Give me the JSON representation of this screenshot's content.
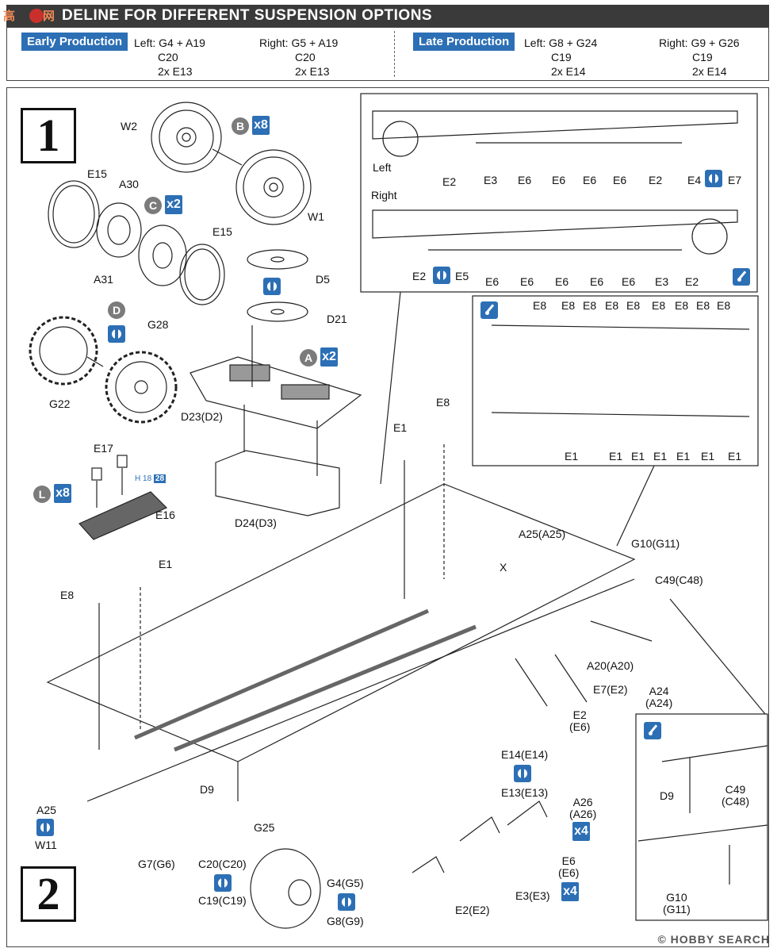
{
  "header": {
    "title": "DELINE FOR DIFFERENT SUSPENSION OPTIONS",
    "early": {
      "tag": "Early Production",
      "left_line1": "Left: G4 + A19",
      "left_line2": "C20",
      "left_line3": "2x E13",
      "right_line1": "Right: G5 + A19",
      "right_line2": "C20",
      "right_line3": "2x E13"
    },
    "late": {
      "tag": "Late Production",
      "left_line1": "Left: G8 + G24",
      "left_line2": "C19",
      "left_line3": "2x E14",
      "right_line1": "Right: G9 + G26",
      "right_line2": "C19",
      "right_line3": "2x E14"
    }
  },
  "steps": {
    "one": "1",
    "two": "2"
  },
  "badges": {
    "B": "B",
    "C": "C",
    "D": "D",
    "A": "A",
    "L": "L",
    "x8": "x8",
    "x2": "x2",
    "x4": "x4",
    "page_h": "H",
    "page_18": "18",
    "page_28": "28"
  },
  "labels_step1": [
    "W2",
    "W1",
    "E15",
    "A30",
    "A31",
    "E15",
    "D5",
    "D21",
    "G28",
    "G22",
    "D23(D2)",
    "D24(D3)",
    "E17",
    "E16"
  ],
  "inset_top": {
    "left_title": "Left",
    "right_title": "Right",
    "left_row": [
      "E2",
      "E3",
      "E6",
      "E6",
      "E6",
      "E6",
      "E2",
      "E4",
      "E7"
    ],
    "right_row": [
      "E2",
      "E5",
      "E6",
      "E6",
      "E6",
      "E6",
      "E6",
      "E3",
      "E2"
    ]
  },
  "inset_mid": {
    "top_row": [
      "E8",
      "E8",
      "E8",
      "E8",
      "E8",
      "E8",
      "E8",
      "E8",
      "E8"
    ],
    "bottom_row": [
      "E1",
      "E1",
      "E1",
      "E1",
      "E1",
      "E1",
      "E1"
    ]
  },
  "labels_step2": {
    "e8_top": "E8",
    "e1_top": "E1",
    "a25": "A25(A25)",
    "x": "X",
    "g10": "G10(G11)",
    "c49": "C49(C48)",
    "e1_left": "E1",
    "e8_left": "E8",
    "a20": "A20(A20)",
    "e7": "E7(E2)",
    "a24a": "A24",
    "a24b": "(A24)",
    "e2a": "E2",
    "e2b": "(E6)",
    "e14": "E14(E14)",
    "e13": "E13(E13)",
    "a26a": "A26",
    "a26b": "(A26)",
    "e6a": "E6",
    "e6b": "(E6)",
    "d9": "D9",
    "a25w": "A25",
    "w11": "W11",
    "g25": "G25",
    "g7": "G7(G6)",
    "c20": "C20(C20)",
    "c19": "C19(C19)",
    "g4": "G4(G5)",
    "g8": "G8(G9)",
    "e3": "E3(E3)",
    "e2e2": "E2(E2)"
  },
  "inset_bottom": {
    "d9": "D9",
    "c49a": "C49",
    "c49b": "(C48)",
    "g10a": "G10",
    "g10b": "(G11)"
  },
  "watermark": "© HOBBY SEARCH"
}
